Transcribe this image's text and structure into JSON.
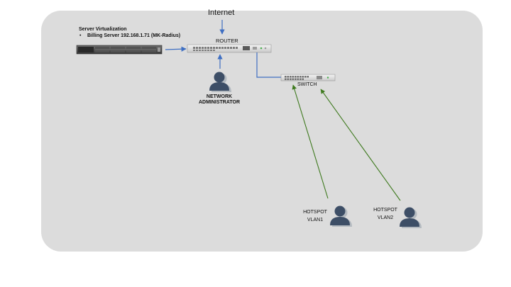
{
  "diagram": {
    "internet_label": "Internet",
    "server": {
      "title": "Server Virtualization",
      "bullet": "•",
      "detail": "Billing  Server 192.168.1.71 (MK-Radius)"
    },
    "router_label": "ROUTER",
    "switch_label": "SWITCH",
    "admin_label_line1": "NETWORK",
    "admin_label_line2": "ADMINISTRATOR",
    "hotspot1_line1": "HOTSPOT",
    "hotspot1_line2": "VLAN1",
    "hotspot2_line1": "HOTSPOT",
    "hotspot2_line2": "VLAN2"
  },
  "colors": {
    "panel": "#dcdcdc",
    "blue_arrow": "#3f6fc2",
    "green_arrow": "#3f7a1f",
    "person": "#3d4e66",
    "person_shadow": "#9aa3ad"
  },
  "icons": {
    "server": "rack-server-icon",
    "router": "router-icon",
    "switch": "network-switch-icon",
    "user": "user-icon"
  }
}
